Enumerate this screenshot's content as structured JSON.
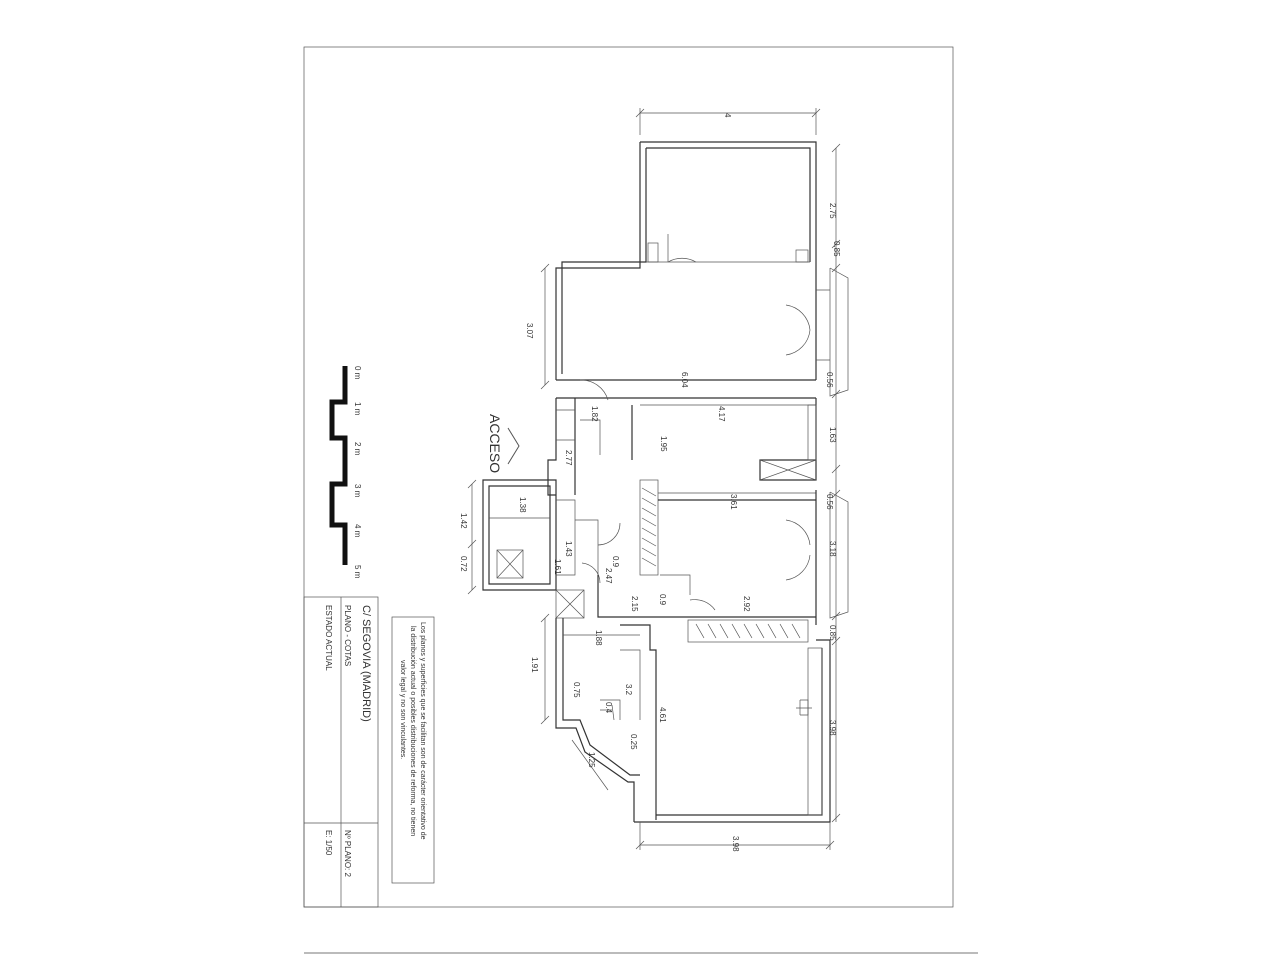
{
  "title_block": {
    "address": "C/ SEGOVIA  (MADRID)",
    "plan_type": "PLANO  -  COTAS",
    "status": "ESTADO  ACTUAL",
    "plan_number": "Nº PLANO: 2",
    "scale": "E: 1/50"
  },
  "note": {
    "line1": "Los planos y superficies que se facilitan son de carácter orientativo de",
    "line2": "la distribución actual o posibles distribuciones de reforma, no tienen",
    "line3": "valor legal y no son vinculantes."
  },
  "access_label": "ACCESO",
  "scale_bar": {
    "labels": [
      "0 m",
      "1 m",
      "2 m",
      "3 m",
      "4 m",
      "5 m"
    ]
  },
  "dimensions": {
    "top_width": "4",
    "d_2_75": "2.75",
    "d_0_85_top": "0.85",
    "d_3_07": "3.07",
    "d_6_04": "6.04",
    "d_0_56_a": "0.56",
    "d_1_82": "1.82",
    "d_4_17": "4.17",
    "d_1_63": "1.63",
    "d_1_95": "1.95",
    "d_2_77": "2.77",
    "d_1_38": "1.38",
    "d_3_61": "3.61",
    "d_0_56_b": "0.56",
    "d_1_42": "1.42",
    "d_1_43": "1.43",
    "d_3_18": "3.18",
    "d_0_9_a": "0.9",
    "d_2_47": "2.47",
    "d_0_72": "0.72",
    "d_1_61": "1.61",
    "d_2_15": "2.15",
    "d_0_9_b": "0.9",
    "d_2_92": "2.92",
    "d_0_85_bottom": "0.85",
    "d_1_88": "1.88",
    "d_1_91": "1.91",
    "d_0_75": "0.75",
    "d_3_2": "3.2",
    "d_0_4": "0.4",
    "d_4_61": "4.61",
    "d_3_98_right": "3.98",
    "d_0_25": "0.25",
    "d_1_25": "1.25",
    "d_3_98_bottom": "3.98"
  }
}
